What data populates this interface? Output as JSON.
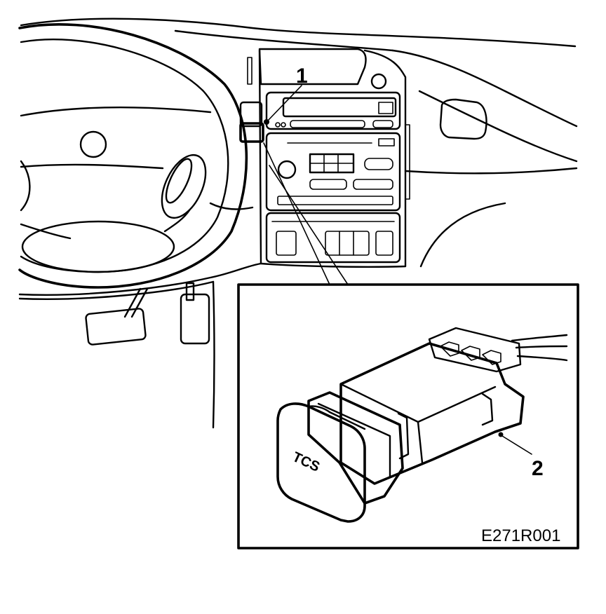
{
  "callouts": {
    "one": "1",
    "two": "2"
  },
  "button_label": "TCS",
  "figure_code": "E271R001"
}
